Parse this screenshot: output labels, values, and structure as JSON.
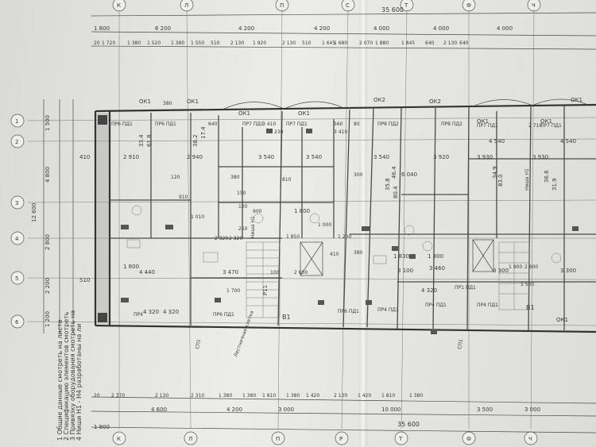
{
  "axes_top": [
    "К",
    "Л",
    "П",
    "С",
    "Т",
    "Ф",
    "Ч"
  ],
  "axes_bottom": [
    "К",
    "Л",
    "П",
    "Р",
    "Т",
    "Ф",
    "Ч"
  ],
  "rows_left": [
    "1",
    "2",
    "3",
    "4",
    "5",
    "6"
  ],
  "dims_top_total": "35 600",
  "dims_top_segments": [
    "1 800",
    "6 200",
    "4 200",
    "4 200",
    "4 000",
    "4 000",
    "4 000"
  ],
  "dims_top_small": [
    "20",
    "1 720",
    "1 380",
    "1 520",
    "1 380",
    "1 550",
    "510",
    "2 130",
    "1 920",
    "2 130",
    "510",
    "1 645",
    "1 680",
    "2 070",
    "1 880",
    "1 845",
    "640",
    "2 130",
    "640"
  ],
  "dims_bottom_small": [
    "20",
    "2 370",
    "2 130",
    "2 310",
    "1 380",
    "1 380",
    "1 810",
    "1 380",
    "1 420",
    "2 130",
    "1 420",
    "1 810",
    "1 380"
  ],
  "dims_bottom_segments": [
    "4 600",
    "4 200",
    "3 000",
    "10 000",
    "3 500",
    "3 000"
  ],
  "dims_bottom_total": "35 600",
  "dims_bottom_first": "1 800",
  "dims_left": [
    "1 500",
    "4 800",
    "12 600",
    "2 800",
    "2 200",
    "1 200"
  ],
  "dims_left_inner": [
    "410",
    "510"
  ],
  "window_tags": [
    "ОК1",
    "ОК1",
    "ОК1",
    "ОК1",
    "ОК2",
    "ОК2",
    "ОК1",
    "ОК1",
    "ОК1",
    "ОК1"
  ],
  "door_tags": [
    "ПР6 ПД1",
    "ПР6 ПД1",
    "ПР7 ПД1",
    "ПР7 ПД1",
    "ПР8 ПД2",
    "ПР8 ПД2",
    "ПР7 ПД1",
    "ПР7 ПД1",
    "ПР1 ПД1",
    "ПР1 ПД1"
  ],
  "door_tags_bottom": [
    "ПР4",
    "ПР6 ПД1",
    "ПР6 ПД1",
    "ПР4 ПД1",
    "ПР4 ПД1",
    "ПР1 ПД1",
    "ПР4 ПД1"
  ],
  "room_dims": [
    "2 910",
    "2 940",
    "3 540",
    "3 540",
    "3 540",
    "3 920",
    "3 930",
    "3 930",
    "4 540",
    "4 540",
    "4 440",
    "4 320",
    "4 320",
    "3 100",
    "3 460",
    "4 320",
    "3 300",
    "3 300",
    "1 800",
    "1 800",
    "1 830",
    "1 800",
    "6 040",
    "3 470"
  ],
  "room_areas": [
    "33.4",
    "38.2",
    "35.8",
    "46.4",
    "34.9",
    "36.6"
  ],
  "room_heights": [
    "61.8",
    "17.4",
    "80.4",
    "83.0",
    "31.9"
  ],
  "elevator_tag": "Р11",
  "stair_tags": [
    "В1",
    "В1"
  ],
  "misc_dims": [
    "380",
    "640",
    "120",
    "910",
    "380",
    "150",
    "120",
    "900",
    "810",
    "250",
    "1 010",
    "1 000",
    "1 200",
    "2 320",
    "2 320",
    "2 600",
    "100",
    "380",
    "3 410",
    "230",
    "560",
    "80",
    "300",
    "3 410",
    "2 710",
    "1 900",
    "2 600",
    "410",
    "1 700",
    "1 850",
    "1 500"
  ],
  "notes": [
    "1 Общие данные смотреть на листе",
    "2 Спецификацию элементов смотреть",
    "3 Привязку оборудования смотреть на",
    "4 Ниши Н1 - Н4 разработаны на ли"
  ],
  "annotations": [
    "Лестничная клетка",
    "Ниша Н1",
    "Ниша Н1",
    "СП1",
    "СП1"
  ]
}
